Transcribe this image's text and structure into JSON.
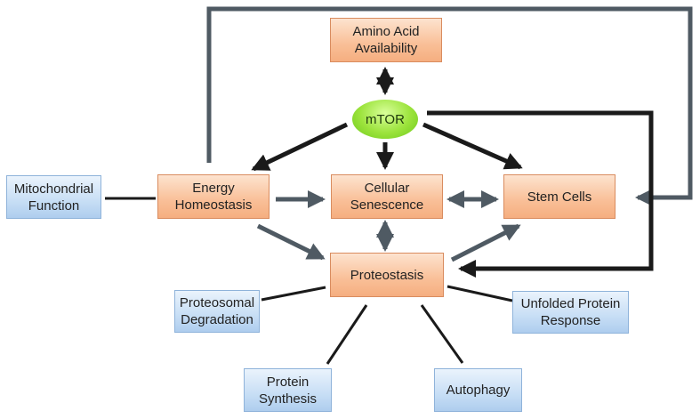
{
  "colors": {
    "process_fill": "#f9bf97",
    "process_border": "#d98c5f",
    "factor_fill": "#c7def5",
    "factor_border": "#8fb3da",
    "hub_fill": "#9be33b",
    "arrow_dark": "#1a1a1a",
    "arrow_grey": "#4f5a63"
  },
  "nodes": {
    "mtor": "mTOR",
    "amino_acid": "Amino Acid\nAvailability",
    "energy": "Energy\nHomeostasis",
    "senescence": "Cellular\nSenescence",
    "stem_cells": "Stem Cells",
    "proteostasis": "Proteostasis",
    "mitochondrial": "Mitochondrial\nFunction",
    "proteosomal": "Proteosomal\nDegradation",
    "unfolded": "Unfolded Protein\nResponse",
    "synthesis": "Protein\nSynthesis",
    "autophagy": "Autophagy"
  }
}
